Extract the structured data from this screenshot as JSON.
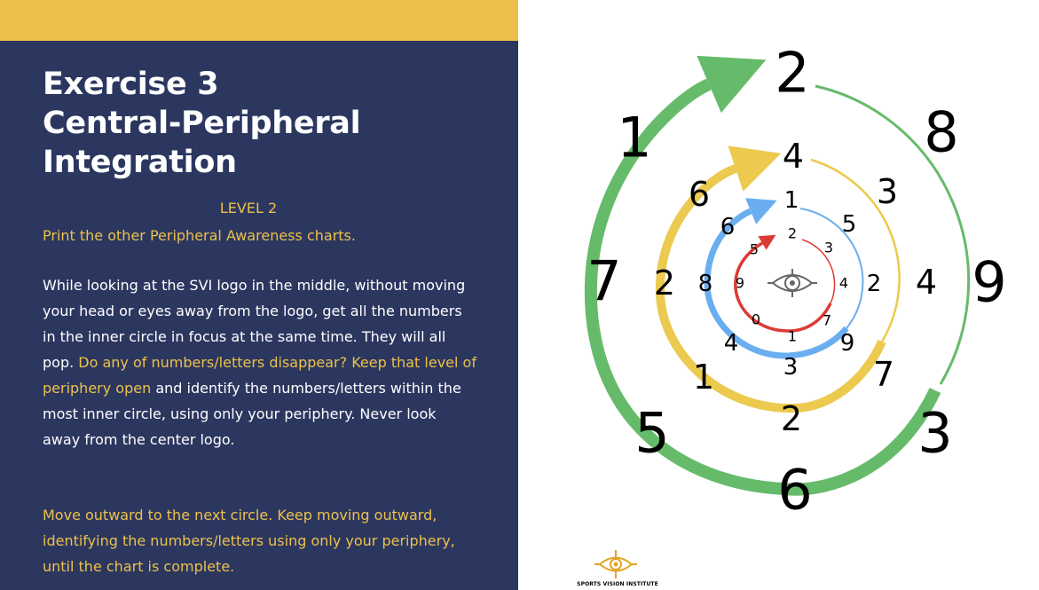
{
  "slide": {
    "title_line1": "Exercise 3",
    "title_line2": "Central-Peripheral",
    "title_line3": "Integration",
    "level": "LEVEL 2",
    "intro": "Print the other Peripheral Awareness charts.",
    "main_part1": "While looking at the SVI logo in the middle, without moving your head or eyes away from the logo, get all the numbers in the inner circle in focus at the same time. They will all pop. ",
    "main_part2": "Do any of numbers/letters disappear? Keep that level of periphery open",
    "main_part3": " and identify the numbers/letters within the most inner circle, using only your periphery. Never look away from the center logo.",
    "outro": "Move outward to the next circle.  Keep moving outward, identifying the numbers/letters using only your periphery, until the chart is complete."
  },
  "colors": {
    "panel": "#2c3760",
    "accent_yellow": "#ecc14b",
    "ring_red": "#dc3a35",
    "ring_blue": "#6aaef0",
    "ring_yellow": "#ecc94f",
    "ring_green": "#66bb6a",
    "logo_gray": "#666666",
    "logo_gold": "#e0a526"
  },
  "rings": {
    "red": [
      "2",
      "3",
      "4",
      "7",
      "1",
      "0",
      "9",
      "5"
    ],
    "blue": [
      "1",
      "5",
      "2",
      "9",
      "3",
      "4",
      "8",
      "6"
    ],
    "yellow": [
      "4",
      "3",
      "4",
      "7",
      "2",
      "1",
      "2",
      "6"
    ],
    "green": [
      "2",
      "8",
      "9",
      "3",
      "6",
      "5",
      "7",
      "1"
    ]
  },
  "logo": {
    "center_icon": "eye-crosshair-icon",
    "caption": "SPORTS VISION INSTITUTE"
  }
}
